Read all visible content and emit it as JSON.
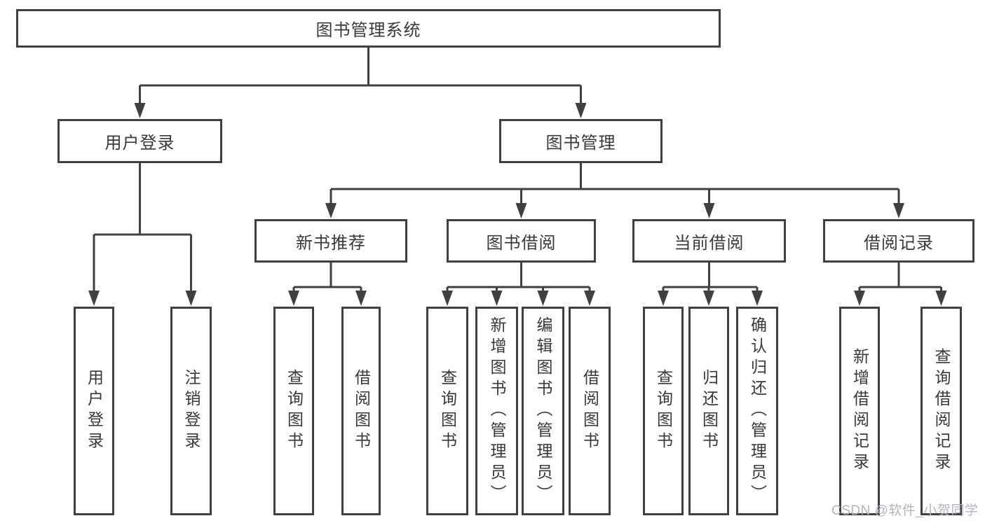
{
  "diagram": {
    "root": {
      "label": "图书管理系统"
    },
    "level2": [
      {
        "label": "用户登录"
      },
      {
        "label": "图书管理"
      }
    ],
    "level3": [
      {
        "label": "新书推荐"
      },
      {
        "label": "图书借阅"
      },
      {
        "label": "当前借阅"
      },
      {
        "label": "借阅记录"
      }
    ],
    "leaves": [
      {
        "label": "用户登录"
      },
      {
        "label": "注销登录"
      },
      {
        "label": "查询图书"
      },
      {
        "label": "借阅图书"
      },
      {
        "label": "查询图书"
      },
      {
        "label": "新增图书（管理员）"
      },
      {
        "label": "编辑图书（管理员）"
      },
      {
        "label": "借阅图书"
      },
      {
        "label": "查询图书"
      },
      {
        "label": "归还图书"
      },
      {
        "label": "确认归还（管理员）"
      },
      {
        "label": "新增借阅记录"
      },
      {
        "label": "查询借阅记录"
      }
    ]
  },
  "watermark": {
    "text": "CSDN @软件_小贺同学"
  },
  "colors": {
    "line": "#404040",
    "text": "#383838",
    "box_background": "#ffffff",
    "watermark": "#b3b6bd",
    "page_background": "#ffffff"
  }
}
